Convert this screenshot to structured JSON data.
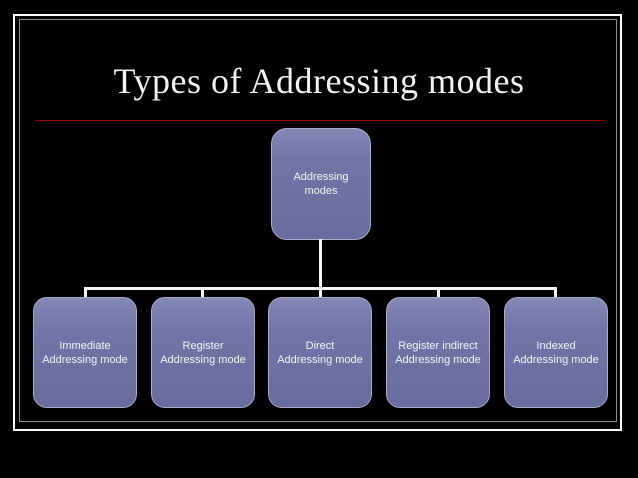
{
  "slide": {
    "title": "Types of Addressing modes"
  },
  "diagram": {
    "root": {
      "label": "Addressing modes"
    },
    "children": [
      {
        "line1": "Immediate",
        "line2": "Addressing mode"
      },
      {
        "line1": "Register",
        "line2": "Addressing mode"
      },
      {
        "line1": "Direct",
        "line2": "Addressing mode"
      },
      {
        "line1": "Register indirect",
        "line2": "Addressing mode"
      },
      {
        "line1": "Indexed",
        "line2": "Addressing mode"
      }
    ]
  },
  "colors": {
    "background": "#000000",
    "frame_outer_border": "#ffffff",
    "frame_inner_border": "#8f8f8f",
    "title_text": "#f2f2f2",
    "title_rule": "#990000",
    "node_fill": "#7275a7",
    "node_border": "#a9adcb",
    "node_text": "#f4f4f8",
    "connector": "#f7f7f7"
  }
}
